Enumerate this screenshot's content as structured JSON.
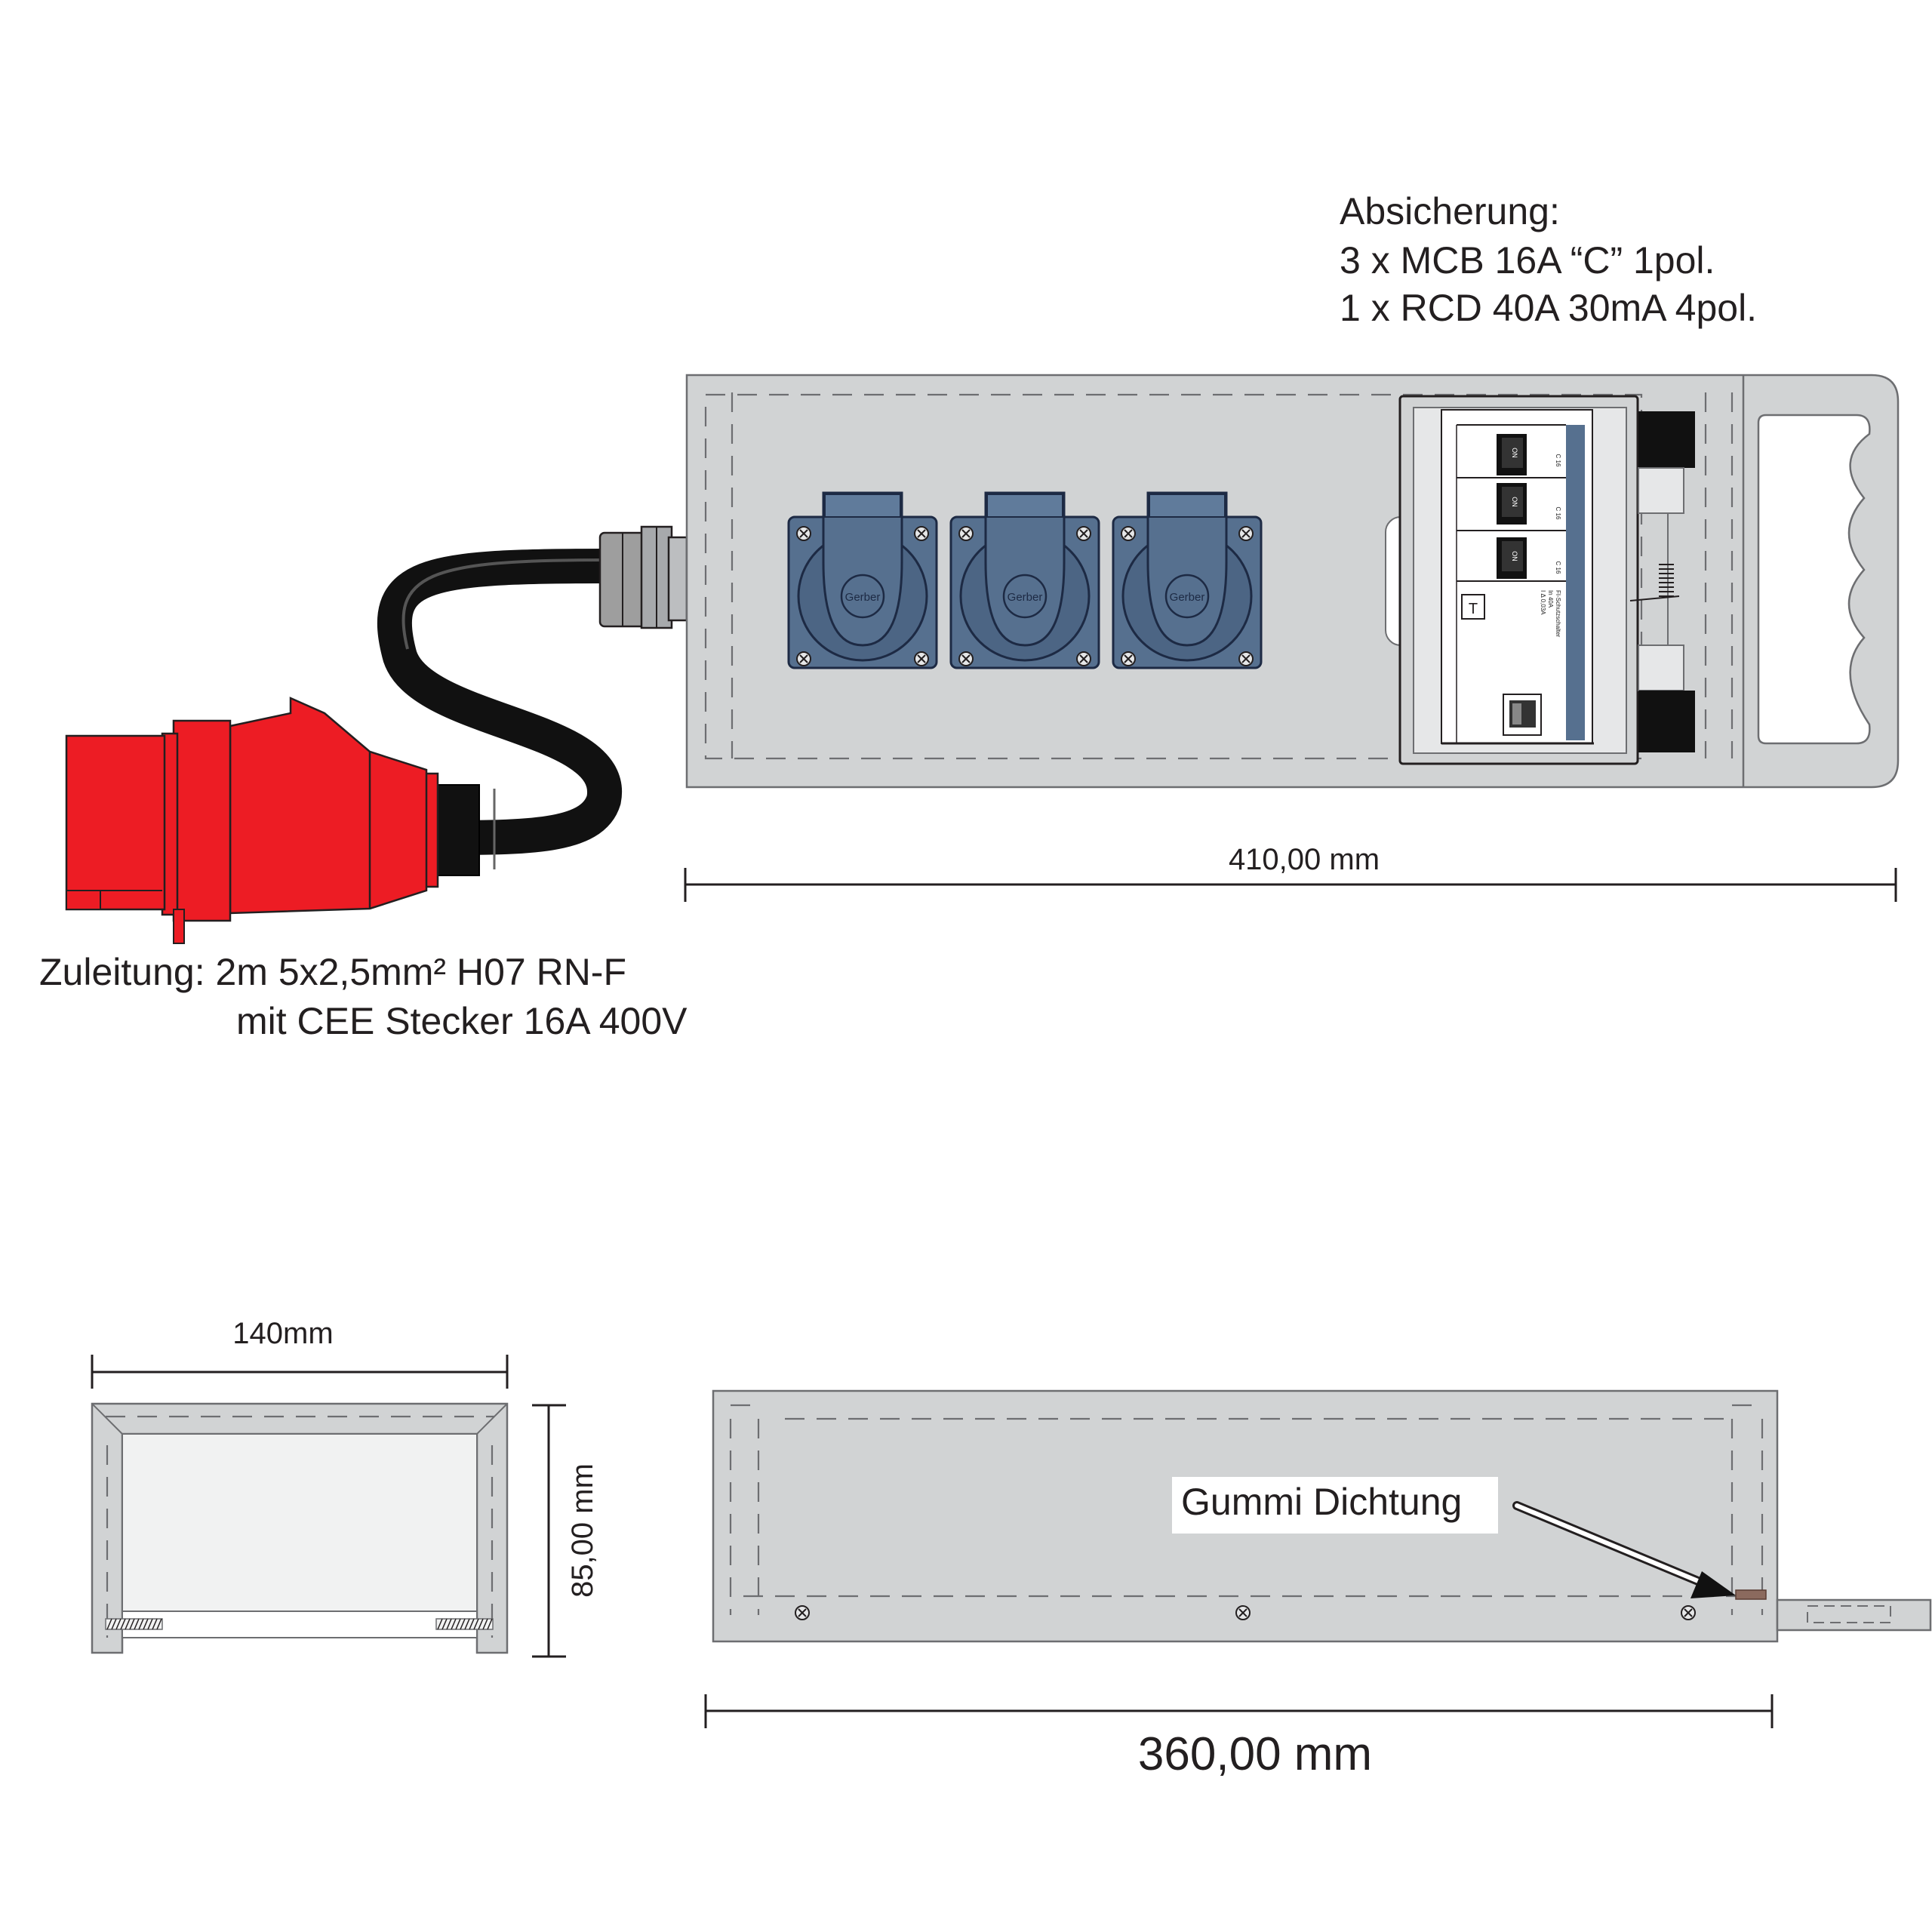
{
  "protection": {
    "heading": "Absicherung:",
    "line1": "3 x MCB 16A “C” 1pol.",
    "line2": "1 x RCD 40A 30mA 4pol."
  },
  "supply": {
    "line1": "Zuleitung:  2m 5x2,5mm²  H07 RN-F",
    "line2": "mit CEE Stecker 16A 400V"
  },
  "dimensions": {
    "top_length": "410,00 mm",
    "side_width": "140mm",
    "side_height": "85,00 mm",
    "bottom_length": "360,00 mm"
  },
  "sockets": {
    "brand": "Gerber",
    "count": 3
  },
  "breakers": {
    "mcb_label": "C 16",
    "mcb_switch": "ON",
    "rcd_text_1": "FI-Schutzschalter",
    "rcd_text_2": "In 40A",
    "rcd_text_3": "I Δ 0,03A",
    "rcd_test": "T"
  },
  "callout": {
    "seal": "Gummi Dichtung"
  },
  "colors": {
    "plug_red": "#ed1c24",
    "socket_blue": "#56708f",
    "housing_grey": "#d1d3d4",
    "cable_black": "#111111"
  }
}
